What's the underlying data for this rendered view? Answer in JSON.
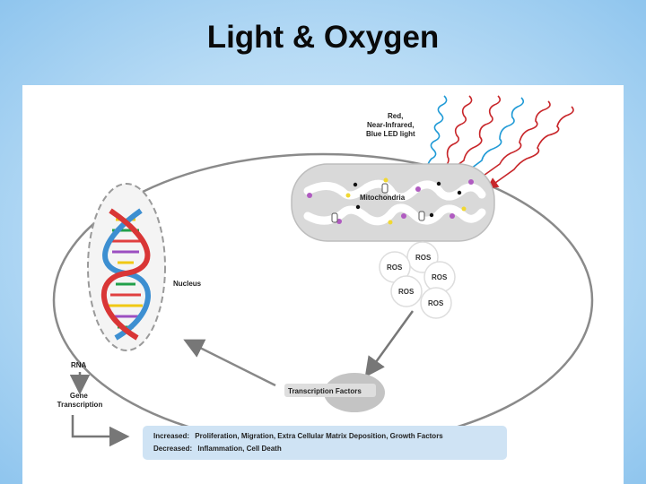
{
  "slide": {
    "title": "Light & Oxygen"
  },
  "diagram": {
    "light_label": [
      "Red,",
      "Near-Infrared,",
      "Blue LED light"
    ],
    "mitochondria_label": "Mitochondria",
    "ros_label": "ROS",
    "nucleus_label": "Nucleus",
    "rna_label": "RNA",
    "gene_label": [
      "Gene",
      "Transcription"
    ],
    "tf_label": "Transcription Factors",
    "outcomes": {
      "increased_key": "Increased:",
      "increased_value": "Proliferation, Migration, Extra Cellular Matrix Deposition, Growth Factors",
      "decreased_key": "Decreased:",
      "decreased_value": "Inflammation, Cell Death"
    },
    "colors": {
      "red_wave": "#c8262a",
      "blue_wave": "#1f9ad6",
      "outline": "#7b7b7b",
      "outcome_box": "#cfe3f4"
    }
  }
}
